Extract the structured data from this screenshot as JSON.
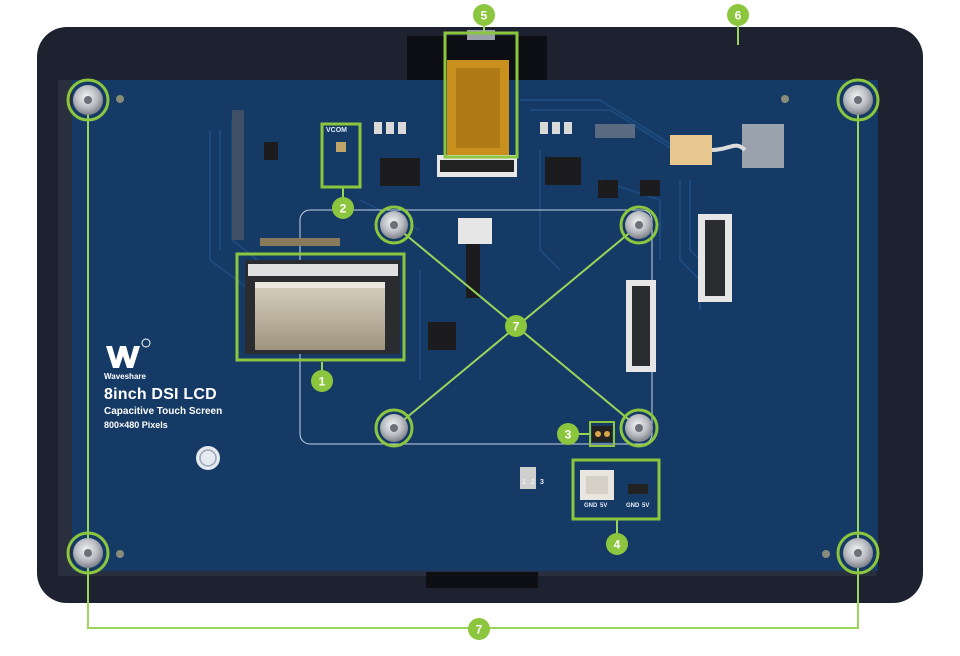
{
  "brand": {
    "name": "Waveshare",
    "title": "8inch DSI LCD",
    "subtitle": "Capacitive Touch Screen",
    "resolution": "800×480 Pixels"
  },
  "silkscreen": {
    "vcom": "VCOM",
    "pins": [
      "1",
      "2",
      "3"
    ],
    "power_pins_left": [
      "GND",
      "5V"
    ],
    "power_pins_right": [
      "GND",
      "5V"
    ]
  },
  "callouts": [
    "1",
    "2",
    "3",
    "4",
    "5",
    "6",
    "7"
  ],
  "colors": {
    "frame": "#1e2230",
    "board": "#153a66",
    "trace": "#1d4a7c",
    "callout": "#8cc63f",
    "callout_line": "#9bd45a",
    "standoff": "#c9ccd0"
  }
}
